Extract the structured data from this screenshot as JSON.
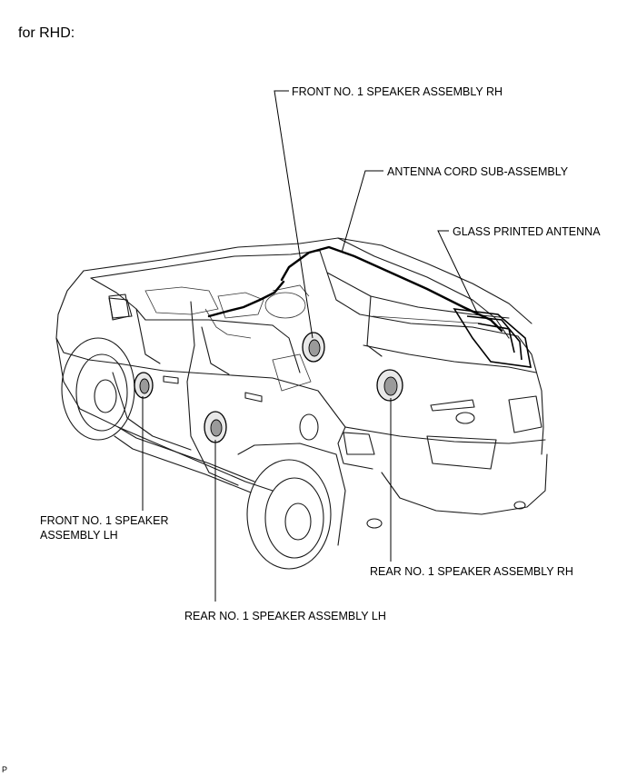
{
  "heading": "for RHD:",
  "labels": {
    "front_rh": "FRONT NO. 1 SPEAKER ASSEMBLY RH",
    "antenna_cord": "ANTENNA CORD SUB-ASSEMBLY",
    "glass_antenna": "GLASS PRINTED ANTENNA",
    "front_lh": "FRONT NO. 1 SPEAKER ASSEMBLY LH",
    "rear_rh": "REAR NO. 1 SPEAKER ASSEMBLY RH",
    "rear_lh": "REAR NO. 1 SPEAKER ASSEMBLY LH"
  },
  "footer": "P"
}
